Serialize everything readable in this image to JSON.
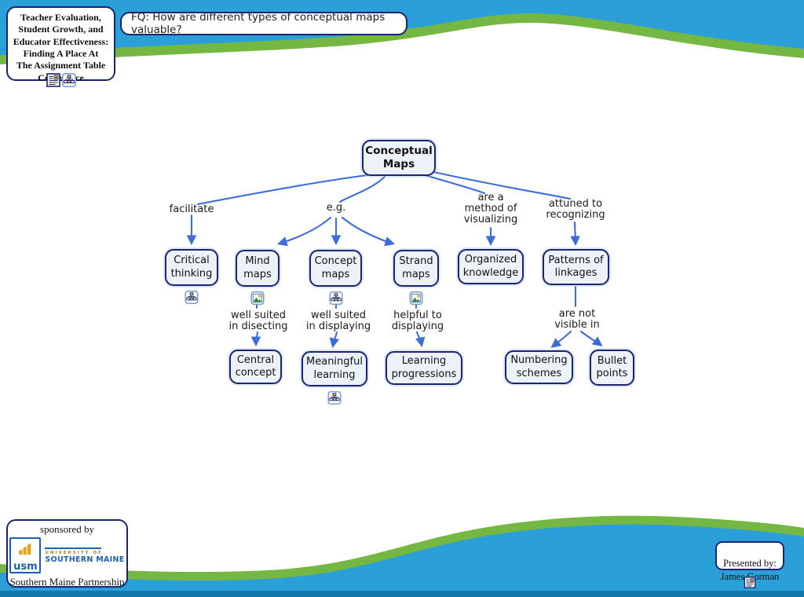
{
  "colors": {
    "background_blue": "#2a9fd8",
    "wave_green": "#74b843",
    "bottom_strip_blue": "#1478ac",
    "node_fill": "#edf2f8",
    "node_border": "#1b2470",
    "arrow_blue": "#3e6cd8",
    "usm_blue": "#1b5faf",
    "usm_gold": "#e2a41f"
  },
  "title_box": {
    "text": "Teacher Evaluation,\nStudent Growth, and\nEducator Effectiveness:\nFinding A Place At\nThe Assignment Table\nConference",
    "icons": [
      "notes-icon",
      "concept-map-icon"
    ]
  },
  "focus_question": {
    "text": "FQ: How are different types of conceptual maps valuable?"
  },
  "map": {
    "root": {
      "label": "Conceptual\nMaps"
    },
    "link_labels": [
      {
        "id": "facilitate",
        "text": "facilitate"
      },
      {
        "id": "eg",
        "text": "e.g."
      },
      {
        "id": "are-a-method",
        "text": "are a\nmethod of\nvisualizing"
      },
      {
        "id": "attuned",
        "text": "attuned to\nrecognizing"
      },
      {
        "id": "well-suited-disecting",
        "text": "well suited\nin disecting"
      },
      {
        "id": "well-suited-displaying",
        "text": "well suited\nin displaying"
      },
      {
        "id": "helpful-displaying",
        "text": "helpful to\ndisplaying"
      },
      {
        "id": "are-not-visible",
        "text": "are not\nvisible in"
      }
    ],
    "nodes": [
      {
        "id": "critical-thinking",
        "label": "Critical\nthinking",
        "icon": "concept-map"
      },
      {
        "id": "mind-maps",
        "label": "Mind\nmaps",
        "icon": "image"
      },
      {
        "id": "concept-maps",
        "label": "Concept\nmaps",
        "icon": "concept-map"
      },
      {
        "id": "strand-maps",
        "label": "Strand\nmaps",
        "icon": "image"
      },
      {
        "id": "organized-knowledge",
        "label": "Organized\nknowledge",
        "icon": null
      },
      {
        "id": "patterns-of-linkages",
        "label": "Patterns of\nlinkages",
        "icon": null
      },
      {
        "id": "central-concept",
        "label": "Central\nconcept",
        "icon": null
      },
      {
        "id": "meaningful-learning",
        "label": "Meaningful\nlearning",
        "icon": "concept-map"
      },
      {
        "id": "learning-progressions",
        "label": "Learning\nprogressions",
        "icon": null
      },
      {
        "id": "numbering-schemes",
        "label": "Numbering\nschemes",
        "icon": null
      },
      {
        "id": "bullet-points",
        "label": "Bullet\npoints",
        "icon": null
      }
    ]
  },
  "sponsor": {
    "sponsored_by": "sponsored by",
    "partnership": "Southern Maine Partnership",
    "logo": {
      "acronym": "usm",
      "line_small": "UNIVERSITY OF",
      "line_big": "SOUTHERN MAINE"
    }
  },
  "presented": {
    "text": "Presented by:\nJames Gorman"
  }
}
